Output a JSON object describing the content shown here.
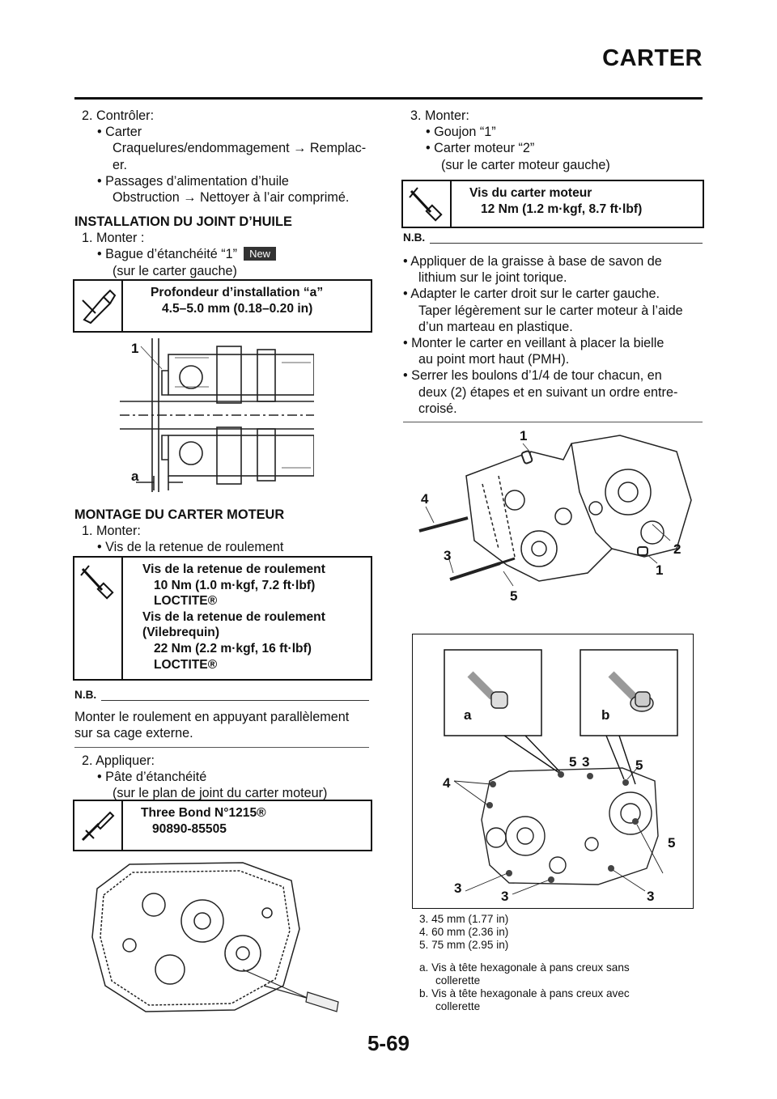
{
  "header": {
    "title": "CARTER"
  },
  "page_number": "5-69",
  "left": {
    "check_step": "2. Contrôler:",
    "check_items": [
      "• Carter",
      "Craquelures/endommagement → Remplac-",
      "er.",
      "• Passages d’alimentation d’huile",
      "Obstruction → Nettoyer à l’air comprimé."
    ],
    "seal_heading": "INSTALLATION DU JOINT D’HUILE",
    "seal_step": "1. Monter :",
    "seal_item": "• Bague d’étanchéité “1”",
    "new_badge": "New",
    "seal_note": "(sur le carter gauche)",
    "seal_box": {
      "title": "Profondeur d’installation “a”",
      "value": "4.5–5.0 mm (0.18–0.20 in)"
    },
    "seal_fig_labels": {
      "one": "1",
      "a": "a"
    },
    "mount_heading": "MONTAGE DU CARTER MOTEUR",
    "mount_step": "1. Monter:",
    "mount_item": "• Vis de la retenue de roulement",
    "torque_box": {
      "l1": "Vis de la retenue de roulement",
      "l2": "10 Nm (1.0 m·kgf, 7.2 ft·lbf)",
      "l3": "LOCTITE®",
      "l4": "Vis de la retenue de roulement",
      "l5": "(Vilebrequin)",
      "l6": "22 Nm (2.2 m·kgf, 16 ft·lbf)",
      "l7": "LOCTITE®"
    },
    "nb_label": "N.B.",
    "nb_text_1": "Monter le roulement en appuyant parallèlement",
    "nb_text_2": "sur sa cage externe.",
    "apply_step": "2. Appliquer:",
    "apply_item": "• Pâte d’étanchéité",
    "apply_note": "(sur le plan de joint du carter moteur)",
    "sealant_box": {
      "title": "Three Bond N°1215®",
      "value": "90890-85505"
    }
  },
  "right": {
    "step": "3. Monter:",
    "items": [
      "• Goujon “1”",
      "• Carter moteur “2”",
      "(sur le carter moteur gauche)"
    ],
    "torque_box": {
      "title": "Vis du carter moteur",
      "value": "12 Nm (1.2 m·kgf, 8.7 ft·lbf)"
    },
    "nb_label": "N.B.",
    "nb_lines": [
      "• Appliquer de la graisse à base de savon de",
      "lithium sur le joint torique.",
      "• Adapter le carter droit sur le carter gauche.",
      "Taper légèrement sur le carter moteur à l’aide",
      "d’un marteau en plastique.",
      "• Monter le carter en veillant à placer la bielle",
      "au point mort haut (PMH).",
      "• Serrer les boulons d’1/4 de tour chacun, en",
      "deux (2) étapes et en suivant un ordre entre-",
      "croisé."
    ],
    "fig1_labels": {
      "l1a": "1",
      "l4": "4",
      "l3": "3",
      "l5": "5",
      "l2": "2",
      "l1b": "1"
    },
    "fig2_labels": {
      "a": "a",
      "b": "b",
      "n5a": "5",
      "n3a": "3",
      "n5b": "5",
      "n4": "4",
      "n5c": "5",
      "n3b": "3",
      "n3c": "3",
      "n3d": "3"
    },
    "captions": [
      "3.  45 mm (1.77 in)",
      "4.  60 mm (2.36 in)",
      "5.  75 mm (2.95 in)"
    ],
    "caption_a_1": "a.  Vis à tête hexagonale à pans creux sans",
    "caption_a_2": "collerette",
    "caption_b_1": "b.  Vis à tête hexagonale à pans creux avec",
    "caption_b_2": "collerette"
  }
}
